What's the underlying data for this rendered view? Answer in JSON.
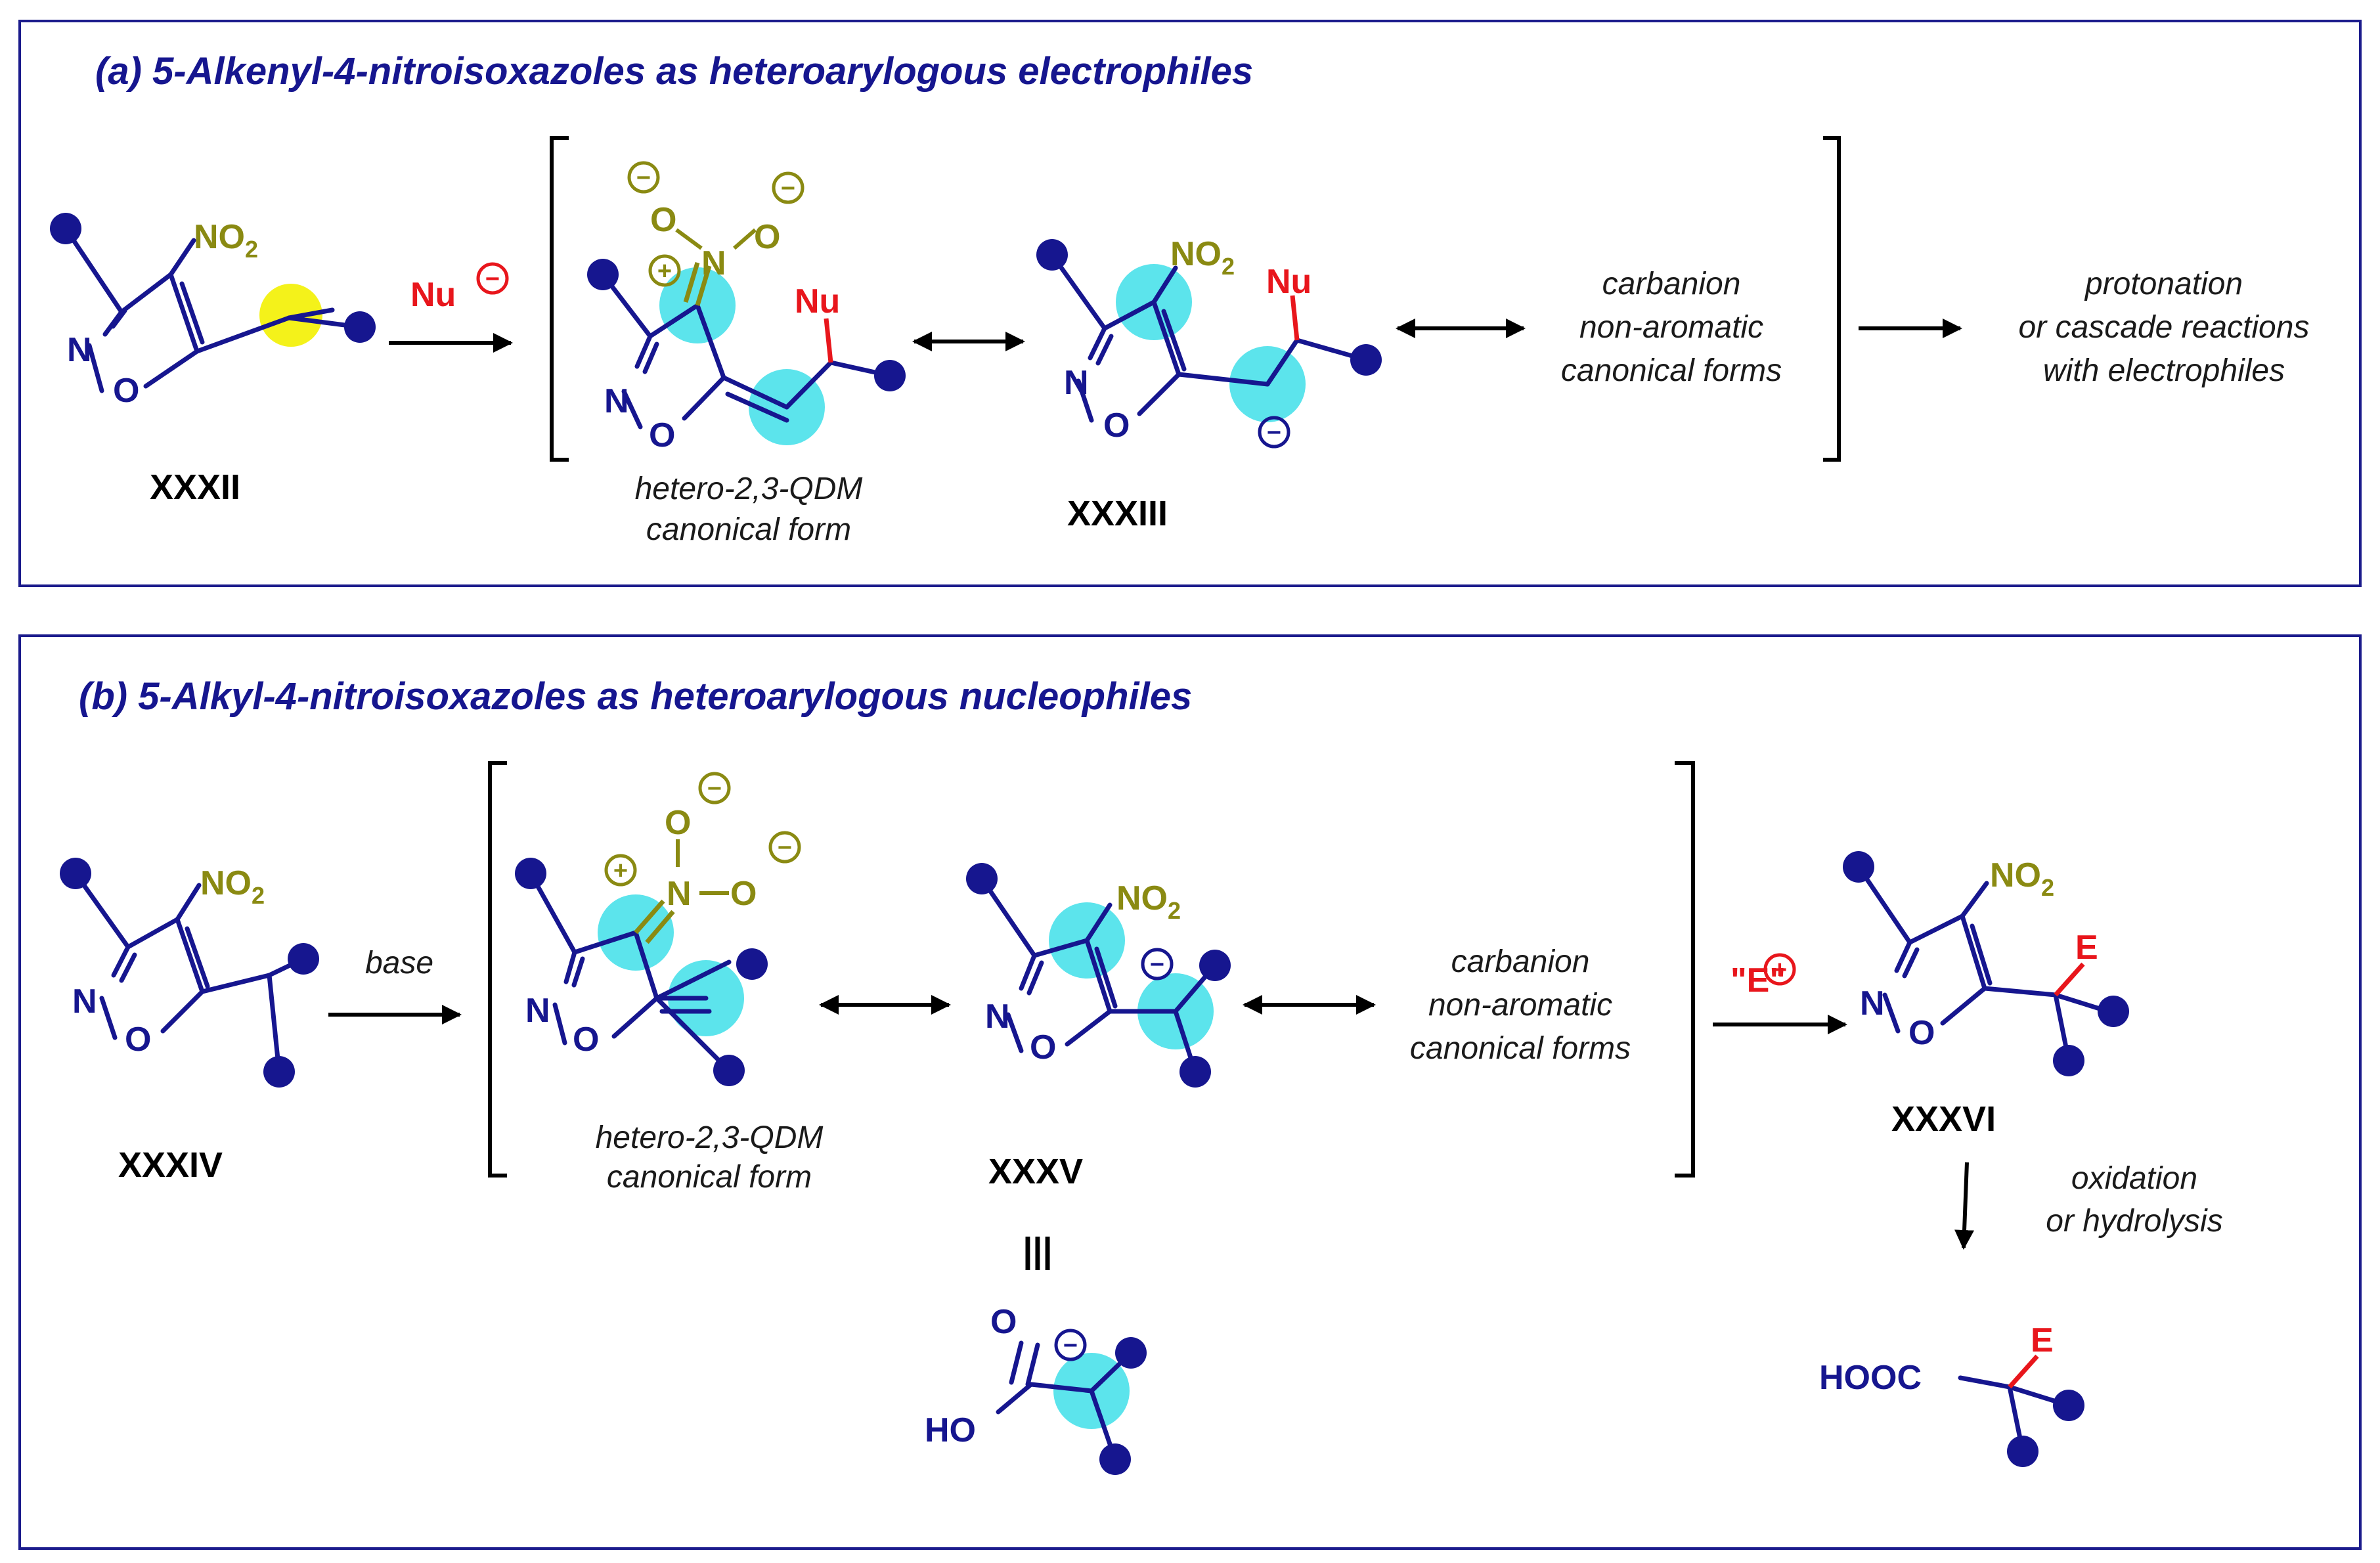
{
  "panel_a": {
    "title": "(a) 5-Alkenyl-4-nitroisoxazoles as heteroarylogous electrophiles",
    "reagent": "Nu",
    "compound_1": "XXXII",
    "compound_2": "XXXIII",
    "caption_qdm_1": "hetero-2,3-QDM",
    "caption_qdm_2": "canonical form",
    "note_1": "carbanion",
    "note_2": "non-aromatic",
    "note_3": "canonical forms",
    "outcome_1": "protonation",
    "outcome_2": "or cascade reactions",
    "outcome_3": "with electrophiles"
  },
  "panel_b": {
    "title": "(b) 5-Alkyl-4-nitroisoxazoles as heteroarylogous nucleophiles",
    "reagent": "base",
    "electrophile_quote": "\"E\"",
    "compound_1": "XXXIV",
    "compound_2": "XXXV",
    "compound_3": "XXXVI",
    "caption_qdm_1": "hetero-2,3-QDM",
    "caption_qdm_2": "canonical form",
    "note_1": "carbanion",
    "note_2": "non-aromatic",
    "note_3": "canonical forms",
    "step_1": "oxidation",
    "step_2": "or hydrolysis",
    "equiv_symbol": "|||",
    "acid_group": "HOOC",
    "acid_ho": "HO"
  },
  "atoms": {
    "N": "N",
    "O": "O",
    "NO": "NO",
    "two": "2",
    "E": "E",
    "Nu": "Nu",
    "minus": "−",
    "plus": "+"
  },
  "colors": {
    "structure": "#16168f",
    "nitro": "#8a8a12",
    "red": "#e8161c",
    "highlight_cyan": "#5ce4ec",
    "highlight_yellow": "#f4f21a",
    "frame": "#1c1c8c"
  }
}
